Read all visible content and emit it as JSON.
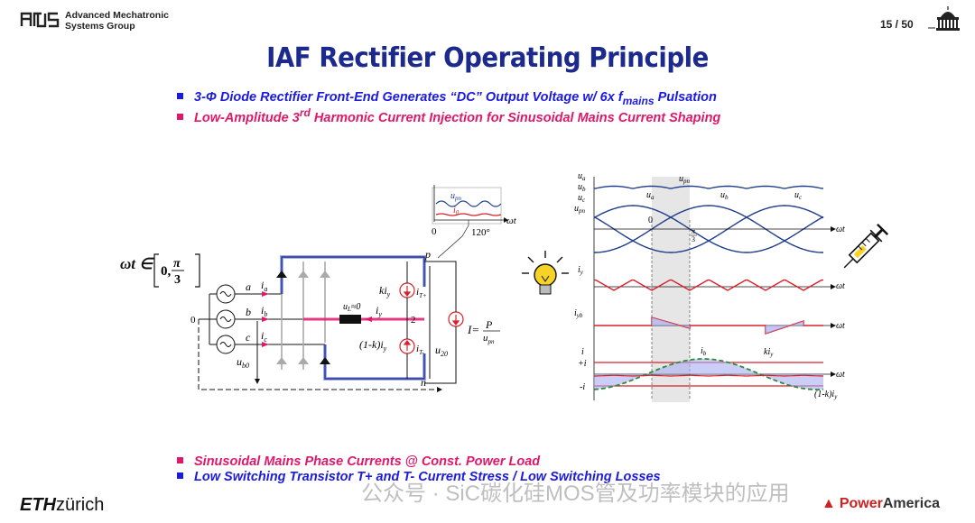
{
  "header": {
    "group_line1": "Advanced Mechatronic",
    "group_line2": "Systems Group",
    "page": "15 / 50"
  },
  "title": "IAF Rectifier Operating Principle",
  "bullets_top": [
    {
      "text": "3-Φ Diode Rectifier Front-End Generates “DC” Output Voltage w/ 6x f",
      "sub": "mains",
      "tail": " Pulsation"
    },
    {
      "text": "Low-Amplitude 3",
      "sup": "rd",
      "tail": " Harmonic Current Injection for Sinusoidal Mains Current Shaping"
    }
  ],
  "bullets_bottom": [
    "Sinusoidal Mains Phase Currents @ Const. Power Load",
    "Low Switching Transistor T+ and T- Current Stress / Low Switching Losses"
  ],
  "circuit": {
    "wt_prefix": "ωt ∈",
    "wt_lo": "0,",
    "wt_num": "π",
    "wt_den": "3",
    "node_zero": "0",
    "phase_a": "a",
    "phase_b": "b",
    "phase_c": "c",
    "i_a": "i",
    "i_a_sub": "a",
    "i_b": "i",
    "i_b_sub": "b",
    "i_c": "i",
    "i_c_sub": "c",
    "u_b0": "u",
    "u_b0_sub": "b0",
    "node_p": "p",
    "node_n": "n",
    "node_2": "2",
    "k_iy": "ki",
    "k_iy_sub": "y",
    "one_minus_k": "(1-k)i",
    "one_minus_k_sub": "y",
    "iT_plus": "i",
    "iT_plus_sub": "T+",
    "iT_minus": "i",
    "iT_minus_sub": "T-",
    "u_L": "u",
    "u_L_sub": "L",
    "u_L_val": "≈0",
    "i_y": "i",
    "i_y_sub": "y",
    "u_20": "u",
    "u_20_sub": "20",
    "I_eq": "I=",
    "P": "P",
    "u_pn_den": "u",
    "u_pn_den_sub": "pn",
    "inset_upn": "u",
    "inset_upn_sub": "pn",
    "inset_i0": "i",
    "inset_i0_sub": "0",
    "inset_wt": "ωt",
    "inset_zero": "0",
    "inset_120": "120°"
  },
  "waveforms": {
    "labels_top": [
      "u",
      "u",
      "u",
      "u"
    ],
    "labels_top_sub": [
      "a",
      "b",
      "c",
      "pn"
    ],
    "upn_top": "u",
    "upn_top_sub": "pn",
    "ua_mid": "u",
    "ua_mid_sub": "a",
    "ub_mid": "u",
    "ub_mid_sub": "b",
    "uc_mid": "u",
    "uc_mid_sub": "c",
    "zero": "0",
    "pi3_num": "π",
    "pi3_den": "3",
    "wt": "ωt",
    "iy": "i",
    "iy_sub": "y",
    "iyb": "i",
    "iyb_sub": "yb",
    "i": "i",
    "plus_i": "+i",
    "minus_i": "-i",
    "ib": "i",
    "ib_sub": "b",
    "kiy": "ki",
    "kiy_sub": "y",
    "one_minus_k": "(1-k)i",
    "one_minus_k_sub": "y"
  },
  "footer": {
    "eth": "ETH",
    "zurich": "zürich",
    "watermark": "公众号 · SiC碳化硅MOS管及功率模块的应用",
    "pa_power": "Power",
    "pa_america": "America"
  },
  "colors": {
    "title": "#1b2a8c",
    "blue_bullet": "#1a1ae0",
    "red_bullet": "#e0186a",
    "wave_blue": "#1f3d8a",
    "wave_red": "#d8202a",
    "fill_blue": "#a9aef0",
    "dash_green": "#2a8a3a"
  }
}
